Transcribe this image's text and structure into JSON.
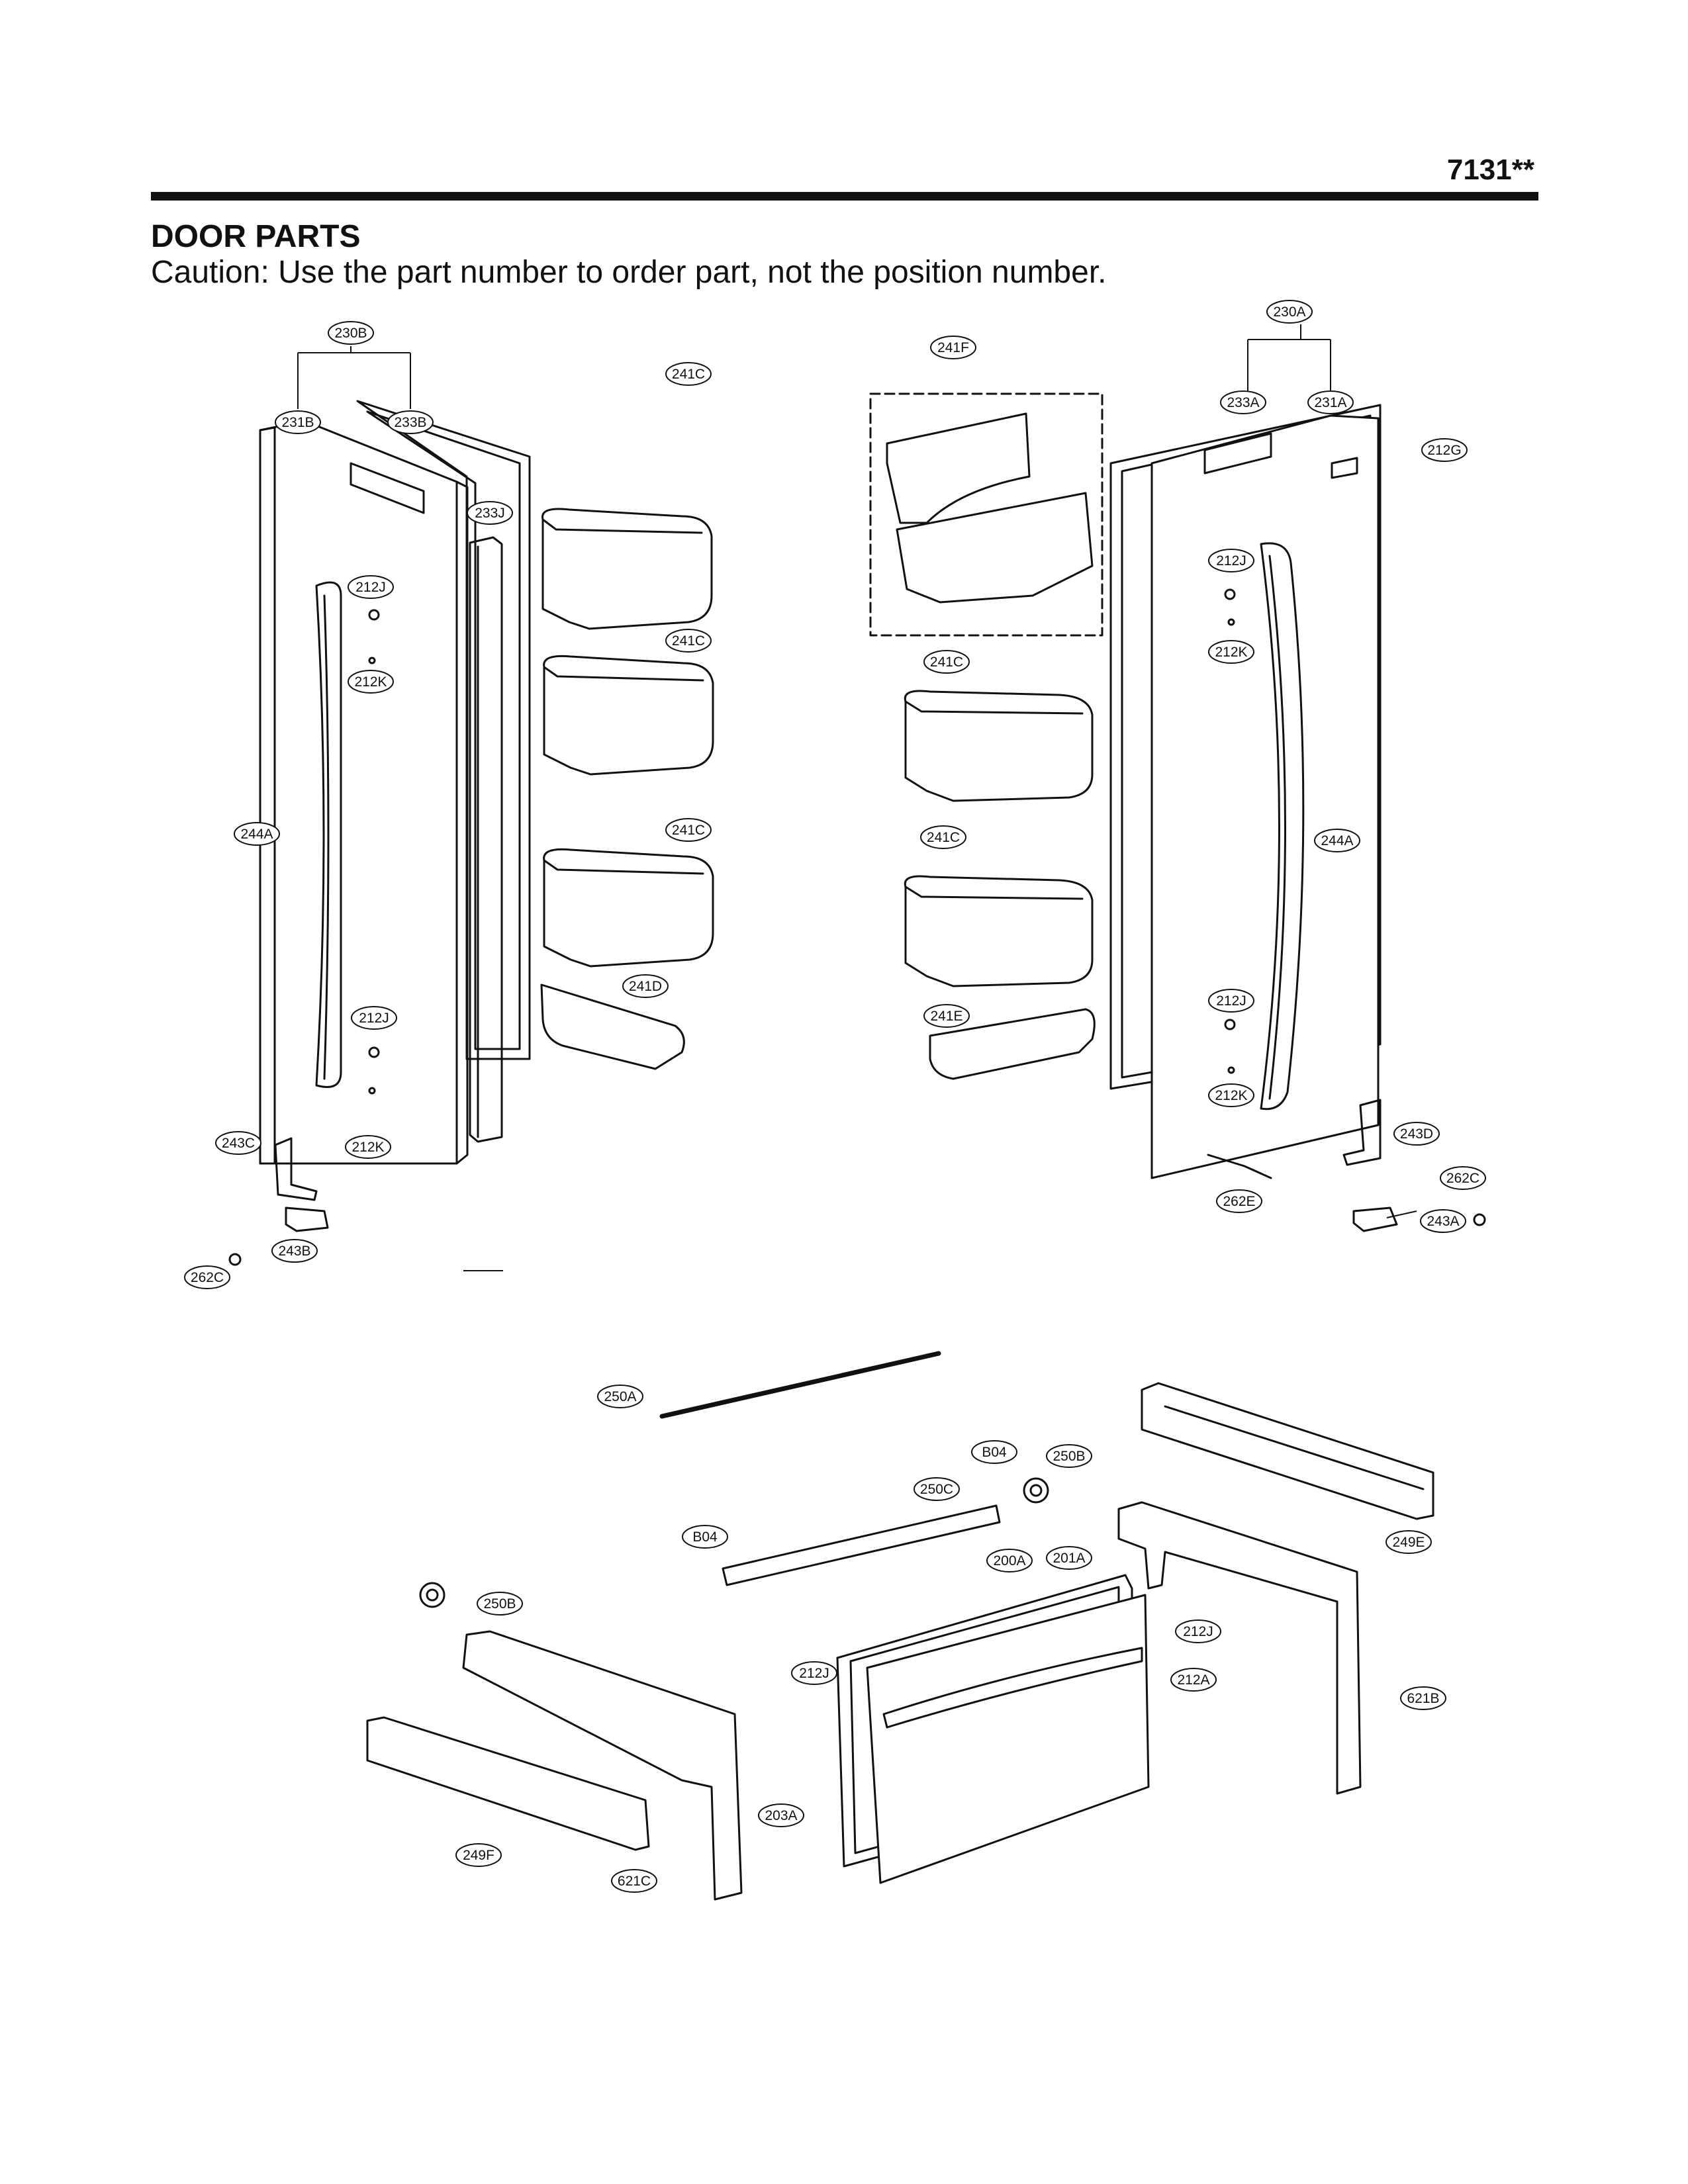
{
  "header": {
    "model_code": "7131**",
    "title": "DOOR PARTS",
    "caution": "Caution: Use the part number to order part, not the position number."
  },
  "callouts": [
    {
      "id": "c-230B",
      "label": "230B"
    },
    {
      "id": "c-231B",
      "label": "231B"
    },
    {
      "id": "c-233B",
      "label": "233B"
    },
    {
      "id": "c-233J",
      "label": "233J"
    },
    {
      "id": "c-241C-l1",
      "label": "241C"
    },
    {
      "id": "c-241C-l2",
      "label": "241C"
    },
    {
      "id": "c-241C-l3",
      "label": "241C"
    },
    {
      "id": "c-241D",
      "label": "241D"
    },
    {
      "id": "c-212J-l1",
      "label": "212J"
    },
    {
      "id": "c-212K-l1",
      "label": "212K"
    },
    {
      "id": "c-244A-l",
      "label": "244A"
    },
    {
      "id": "c-212J-l2",
      "label": "212J"
    },
    {
      "id": "c-212K-l2",
      "label": "212K"
    },
    {
      "id": "c-243C",
      "label": "243C"
    },
    {
      "id": "c-243B",
      "label": "243B"
    },
    {
      "id": "c-262C-l",
      "label": "262C"
    },
    {
      "id": "c-241F",
      "label": "241F"
    },
    {
      "id": "c-241C-r1",
      "label": "241C"
    },
    {
      "id": "c-241C-r2",
      "label": "241C"
    },
    {
      "id": "c-241E",
      "label": "241E"
    },
    {
      "id": "c-230A",
      "label": "230A"
    },
    {
      "id": "c-233A",
      "label": "233A"
    },
    {
      "id": "c-231A",
      "label": "231A"
    },
    {
      "id": "c-212G",
      "label": "212G"
    },
    {
      "id": "c-212J-r1",
      "label": "212J"
    },
    {
      "id": "c-212K-r1",
      "label": "212K"
    },
    {
      "id": "c-244A-r",
      "label": "244A"
    },
    {
      "id": "c-212J-r2",
      "label": "212J"
    },
    {
      "id": "c-212K-r2",
      "label": "212K"
    },
    {
      "id": "c-243D",
      "label": "243D"
    },
    {
      "id": "c-262C-r",
      "label": "262C"
    },
    {
      "id": "c-262E",
      "label": "262E"
    },
    {
      "id": "c-243A",
      "label": "243A"
    },
    {
      "id": "c-250A",
      "label": "250A"
    },
    {
      "id": "c-B04-a",
      "label": "B04"
    },
    {
      "id": "c-250B-a",
      "label": "250B"
    },
    {
      "id": "c-250C",
      "label": "250C"
    },
    {
      "id": "c-B04-b",
      "label": "B04"
    },
    {
      "id": "c-249E",
      "label": "249E"
    },
    {
      "id": "c-200A",
      "label": "200A"
    },
    {
      "id": "c-201A",
      "label": "201A"
    },
    {
      "id": "c-212J-d1",
      "label": "212J"
    },
    {
      "id": "c-212J-d2",
      "label": "212J"
    },
    {
      "id": "c-212A",
      "label": "212A"
    },
    {
      "id": "c-250B-b",
      "label": "250B"
    },
    {
      "id": "c-621B",
      "label": "621B"
    },
    {
      "id": "c-203A",
      "label": "203A"
    },
    {
      "id": "c-249F",
      "label": "249F"
    },
    {
      "id": "c-621C",
      "label": "621C"
    }
  ]
}
